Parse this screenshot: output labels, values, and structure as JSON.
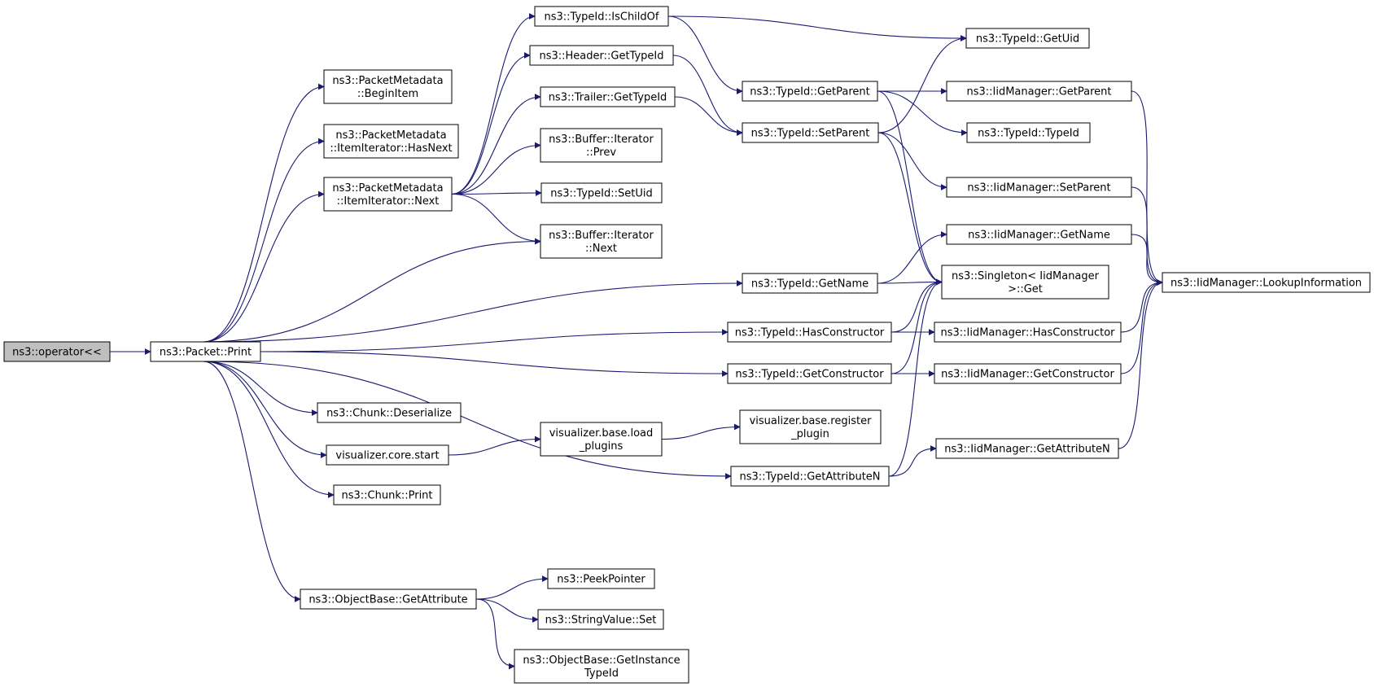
{
  "nodes": [
    {
      "id": "n0",
      "lines": [
        "ns3::operator<<"
      ],
      "root": true
    },
    {
      "id": "n1",
      "lines": [
        "ns3::Packet::Print"
      ]
    },
    {
      "id": "n2",
      "lines": [
        "ns3::PacketMetadata",
        "::BeginItem"
      ]
    },
    {
      "id": "n3",
      "lines": [
        "ns3::PacketMetadata",
        "::ItemIterator::HasNext"
      ]
    },
    {
      "id": "n4",
      "lines": [
        "ns3::PacketMetadata",
        "::ItemIterator::Next"
      ]
    },
    {
      "id": "n5",
      "lines": [
        "ns3::TypeId::IsChildOf"
      ]
    },
    {
      "id": "n6",
      "lines": [
        "ns3::Header::GetTypeId"
      ]
    },
    {
      "id": "n7",
      "lines": [
        "ns3::Trailer::GetTypeId"
      ]
    },
    {
      "id": "n8",
      "lines": [
        "ns3::Buffer::Iterator",
        "::Prev"
      ]
    },
    {
      "id": "n9",
      "lines": [
        "ns3::TypeId::SetUid"
      ]
    },
    {
      "id": "n10",
      "lines": [
        "ns3::Buffer::Iterator",
        "::Next"
      ]
    },
    {
      "id": "n11",
      "lines": [
        "ns3::TypeId::GetUid"
      ]
    },
    {
      "id": "n12",
      "lines": [
        "ns3::TypeId::GetParent"
      ]
    },
    {
      "id": "n13",
      "lines": [
        "ns3::TypeId::SetParent"
      ]
    },
    {
      "id": "n14",
      "lines": [
        "ns3::IidManager::GetParent"
      ]
    },
    {
      "id": "n15",
      "lines": [
        "ns3::TypeId::TypeId"
      ]
    },
    {
      "id": "n16",
      "lines": [
        "ns3::IidManager::SetParent"
      ]
    },
    {
      "id": "n17",
      "lines": [
        "ns3::IidManager::GetName"
      ]
    },
    {
      "id": "n18",
      "lines": [
        "ns3::Singleton< IidManager",
        " >::Get"
      ]
    },
    {
      "id": "n19",
      "lines": [
        "ns3::IidManager::LookupInformation"
      ]
    },
    {
      "id": "n20",
      "lines": [
        "ns3::TypeId::GetName"
      ]
    },
    {
      "id": "n21",
      "lines": [
        "ns3::TypeId::HasConstructor"
      ]
    },
    {
      "id": "n22",
      "lines": [
        "ns3::IidManager::HasConstructor"
      ]
    },
    {
      "id": "n23",
      "lines": [
        "ns3::TypeId::GetConstructor"
      ]
    },
    {
      "id": "n24",
      "lines": [
        "ns3::IidManager::GetConstructor"
      ]
    },
    {
      "id": "n25",
      "lines": [
        "ns3::Chunk::Deserialize"
      ]
    },
    {
      "id": "n26",
      "lines": [
        "visualizer.core.start"
      ]
    },
    {
      "id": "n27",
      "lines": [
        "visualizer.base.load",
        "_plugins"
      ]
    },
    {
      "id": "n28",
      "lines": [
        "visualizer.base.register",
        "_plugin"
      ]
    },
    {
      "id": "n29",
      "lines": [
        "ns3::IidManager::GetAttributeN"
      ]
    },
    {
      "id": "n30",
      "lines": [
        "ns3::TypeId::GetAttributeN"
      ]
    },
    {
      "id": "n31",
      "lines": [
        "ns3::Chunk::Print"
      ]
    },
    {
      "id": "n32",
      "lines": [
        "ns3::ObjectBase::GetAttribute"
      ]
    },
    {
      "id": "n33",
      "lines": [
        "ns3::PeekPointer"
      ]
    },
    {
      "id": "n34",
      "lines": [
        "ns3::StringValue::Set"
      ]
    },
    {
      "id": "n35",
      "lines": [
        "ns3::ObjectBase::GetInstance",
        "TypeId"
      ]
    }
  ],
  "edges": [
    [
      "n0",
      "n1"
    ],
    [
      "n1",
      "n2"
    ],
    [
      "n1",
      "n3"
    ],
    [
      "n1",
      "n4"
    ],
    [
      "n1",
      "n10"
    ],
    [
      "n1",
      "n20"
    ],
    [
      "n1",
      "n21"
    ],
    [
      "n1",
      "n23"
    ],
    [
      "n1",
      "n25"
    ],
    [
      "n1",
      "n26"
    ],
    [
      "n1",
      "n31"
    ],
    [
      "n1",
      "n30"
    ],
    [
      "n1",
      "n32"
    ],
    [
      "n4",
      "n5"
    ],
    [
      "n4",
      "n6"
    ],
    [
      "n4",
      "n7"
    ],
    [
      "n4",
      "n8"
    ],
    [
      "n4",
      "n9"
    ],
    [
      "n4",
      "n10"
    ],
    [
      "n5",
      "n11"
    ],
    [
      "n5",
      "n12"
    ],
    [
      "n6",
      "n13"
    ],
    [
      "n7",
      "n13"
    ],
    [
      "n12",
      "n14"
    ],
    [
      "n12",
      "n15"
    ],
    [
      "n12",
      "n18"
    ],
    [
      "n13",
      "n11"
    ],
    [
      "n13",
      "n16"
    ],
    [
      "n13",
      "n18"
    ],
    [
      "n14",
      "n19"
    ],
    [
      "n16",
      "n19"
    ],
    [
      "n17",
      "n19"
    ],
    [
      "n22",
      "n19"
    ],
    [
      "n24",
      "n19"
    ],
    [
      "n29",
      "n19"
    ],
    [
      "n20",
      "n17"
    ],
    [
      "n20",
      "n18"
    ],
    [
      "n21",
      "n18"
    ],
    [
      "n21",
      "n22"
    ],
    [
      "n23",
      "n18"
    ],
    [
      "n23",
      "n24"
    ],
    [
      "n26",
      "n27"
    ],
    [
      "n27",
      "n28"
    ],
    [
      "n30",
      "n18"
    ],
    [
      "n30",
      "n29"
    ],
    [
      "n32",
      "n33"
    ],
    [
      "n32",
      "n34"
    ],
    [
      "n32",
      "n35"
    ]
  ]
}
